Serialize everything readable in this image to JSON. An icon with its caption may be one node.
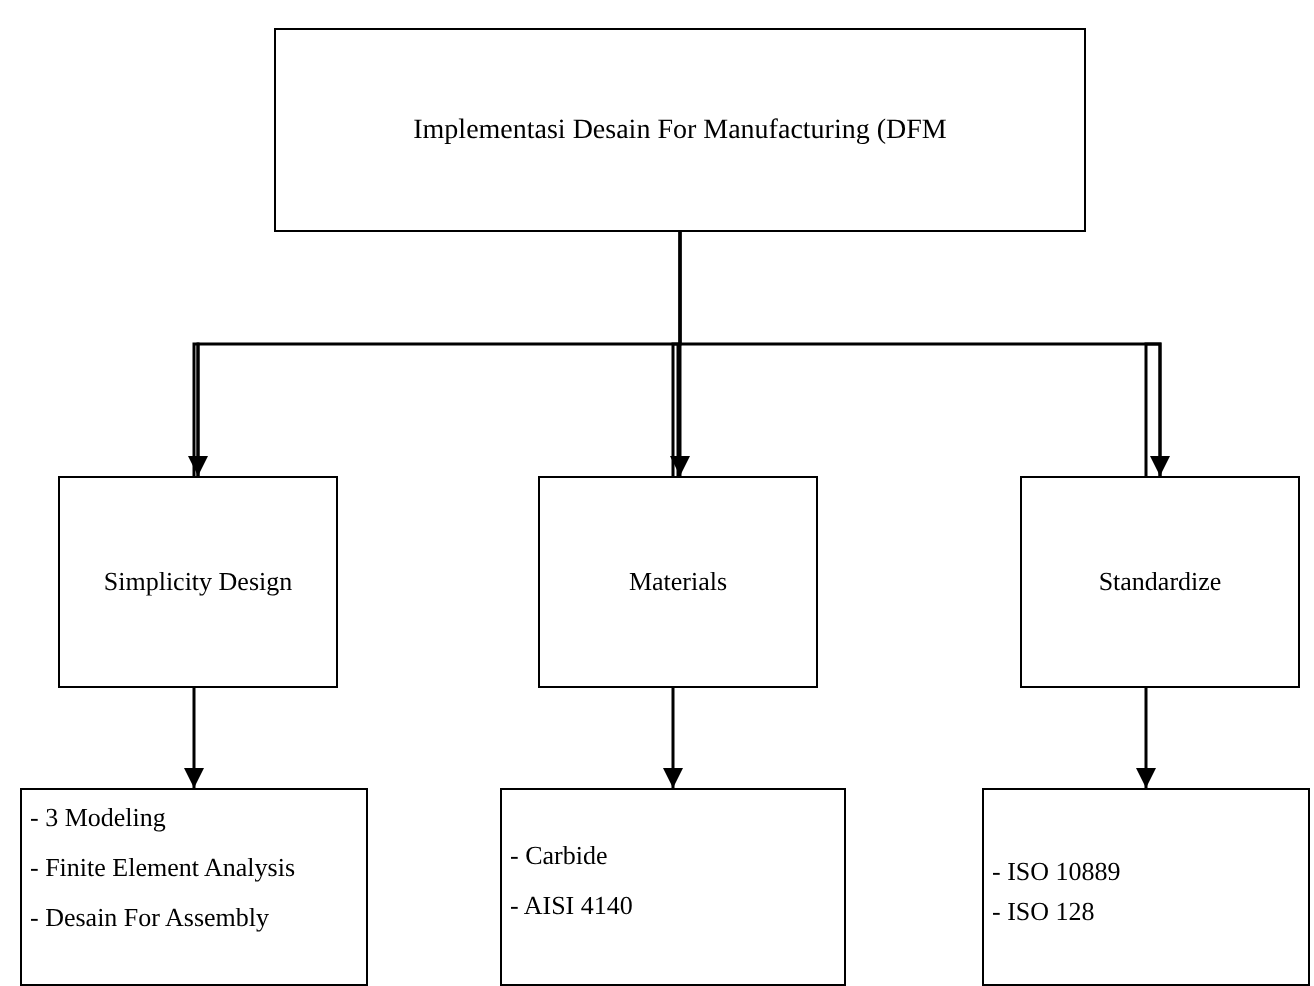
{
  "diagram": {
    "nodes": [
      {
        "text": [
          "Implementasi Desain For Manufacturing (DFM"
        ]
      },
      {
        "text": [
          "Simplicity Design"
        ]
      },
      {
        "text": [
          "Materials"
        ]
      },
      {
        "text": [
          "Standardize"
        ]
      },
      {
        "text": [
          "- 3 Modeling",
          "- Finite Element Analysis",
          "- Desain For Assembly"
        ]
      },
      {
        "text": [
          "- Carbide",
          "- AISI 4140"
        ]
      },
      {
        "text": [
          "- ISO 10889",
          "- ISO 128"
        ]
      }
    ],
    "edges": [
      {
        "from": 0,
        "to": 1,
        "arrow": "to"
      },
      {
        "from": 0,
        "to": 2,
        "arrow": "to"
      },
      {
        "from": 0,
        "to": 3,
        "arrow": "to"
      },
      {
        "from": 1,
        "to": 4,
        "arrow": "to"
      },
      {
        "from": 2,
        "to": 5,
        "arrow": "to"
      },
      {
        "from": 3,
        "to": 6,
        "arrow": "to"
      }
    ]
  }
}
